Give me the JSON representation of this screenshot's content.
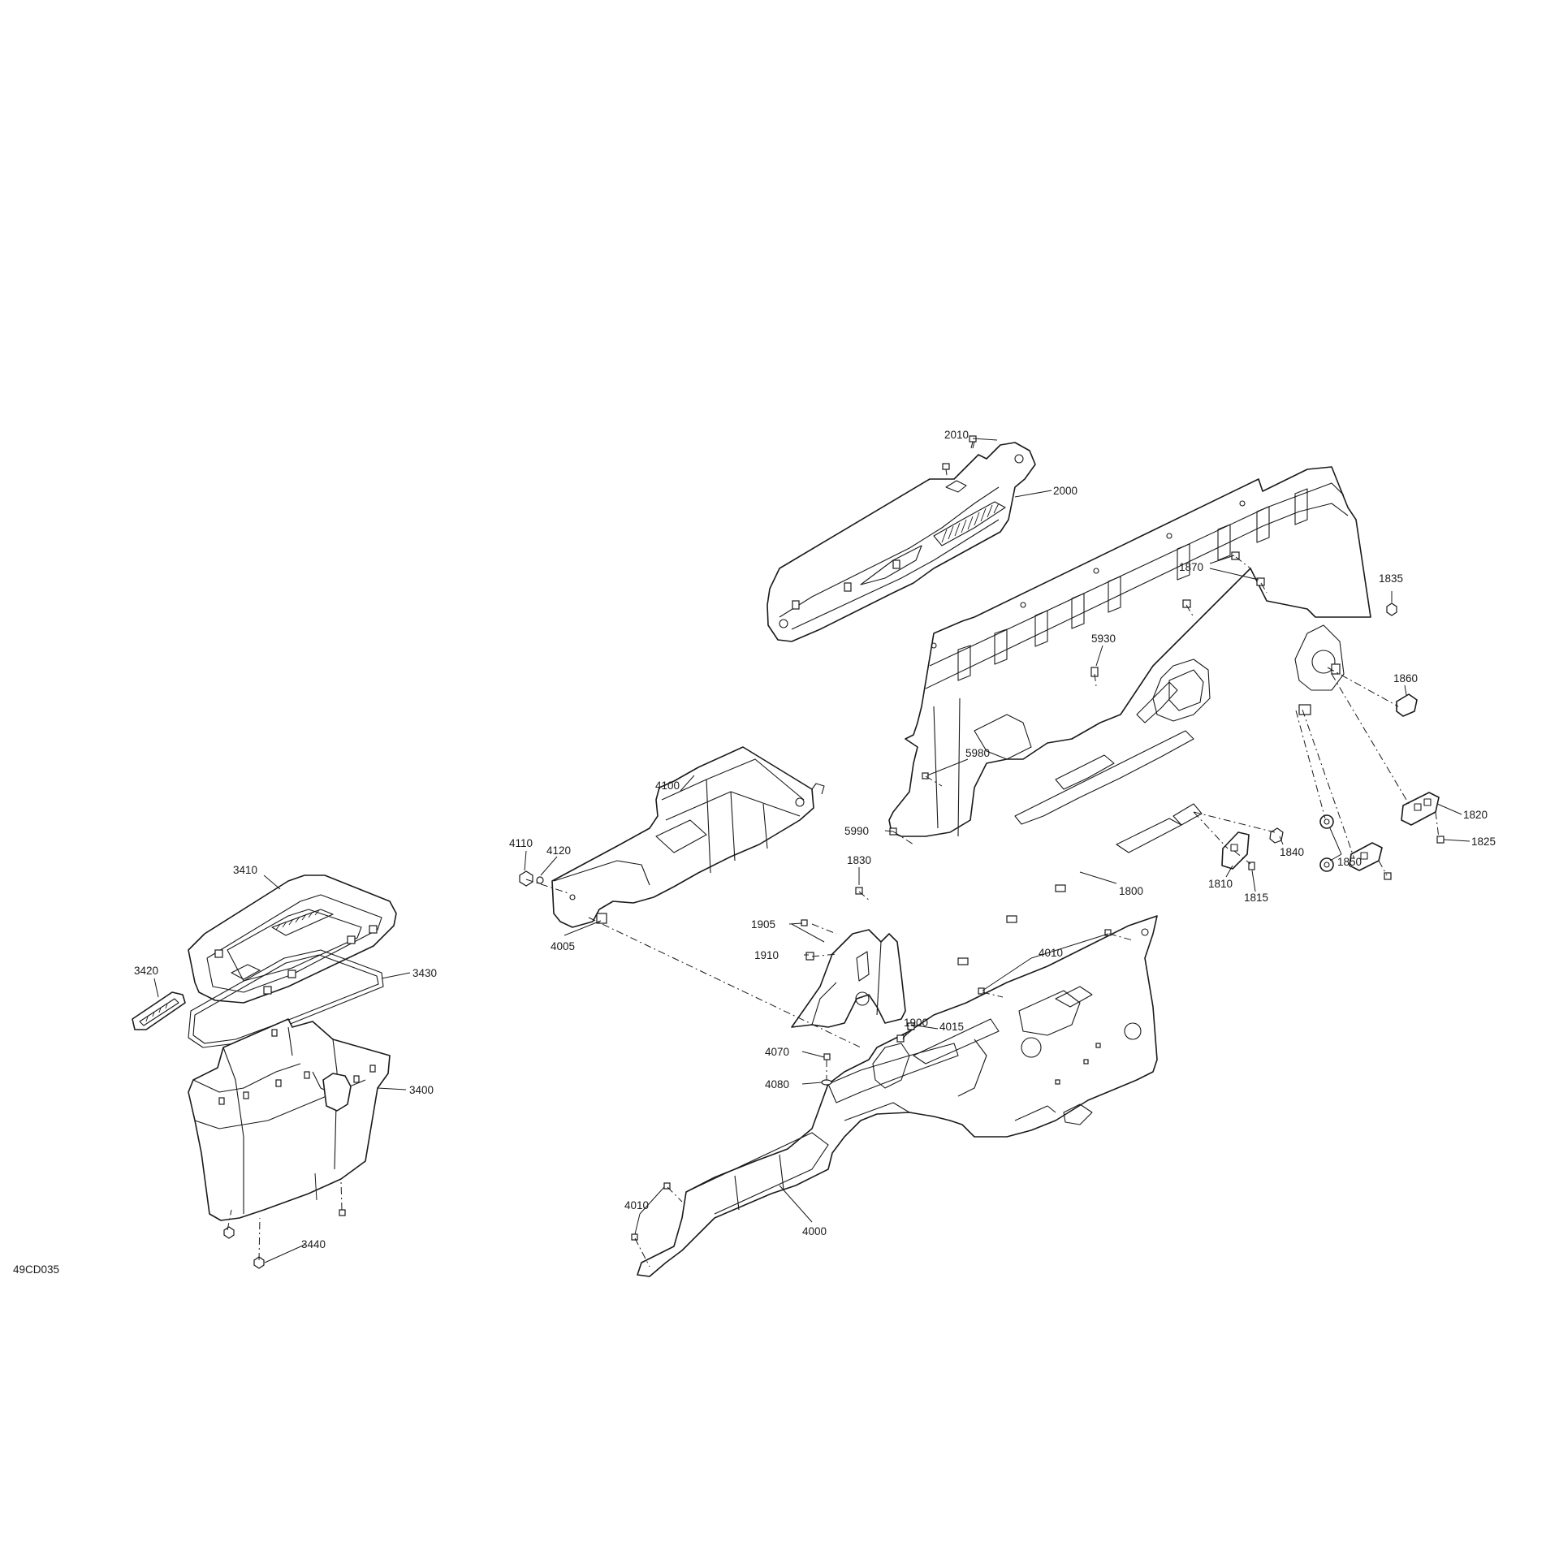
{
  "diagram": {
    "reference_code": "49CD035",
    "callouts": [
      {
        "id": "2010",
        "label": "2010"
      },
      {
        "id": "2000",
        "label": "2000"
      },
      {
        "id": "1870",
        "label": "1870"
      },
      {
        "id": "1835",
        "label": "1835"
      },
      {
        "id": "5930",
        "label": "5930"
      },
      {
        "id": "1860",
        "label": "1860"
      },
      {
        "id": "5980",
        "label": "5980"
      },
      {
        "id": "4100",
        "label": "4100"
      },
      {
        "id": "1820",
        "label": "1820"
      },
      {
        "id": "1825",
        "label": "1825"
      },
      {
        "id": "5990",
        "label": "5990"
      },
      {
        "id": "4110",
        "label": "4110"
      },
      {
        "id": "4120",
        "label": "4120"
      },
      {
        "id": "1840",
        "label": "1840"
      },
      {
        "id": "1850",
        "label": "1850"
      },
      {
        "id": "3410",
        "label": "3410"
      },
      {
        "id": "1830",
        "label": "1830"
      },
      {
        "id": "1800",
        "label": "1800"
      },
      {
        "id": "1810",
        "label": "1810"
      },
      {
        "id": "1815",
        "label": "1815"
      },
      {
        "id": "4005",
        "label": "4005"
      },
      {
        "id": "1905",
        "label": "1905"
      },
      {
        "id": "4010a",
        "label": "4010"
      },
      {
        "id": "1910",
        "label": "1910"
      },
      {
        "id": "3420",
        "label": "3420"
      },
      {
        "id": "3430",
        "label": "3430"
      },
      {
        "id": "1900",
        "label": "1900"
      },
      {
        "id": "4015",
        "label": "4015"
      },
      {
        "id": "4070",
        "label": "4070"
      },
      {
        "id": "4080",
        "label": "4080"
      },
      {
        "id": "3400",
        "label": "3400"
      },
      {
        "id": "4010b",
        "label": "4010"
      },
      {
        "id": "4000",
        "label": "4000"
      },
      {
        "id": "3440",
        "label": "3440"
      }
    ]
  }
}
